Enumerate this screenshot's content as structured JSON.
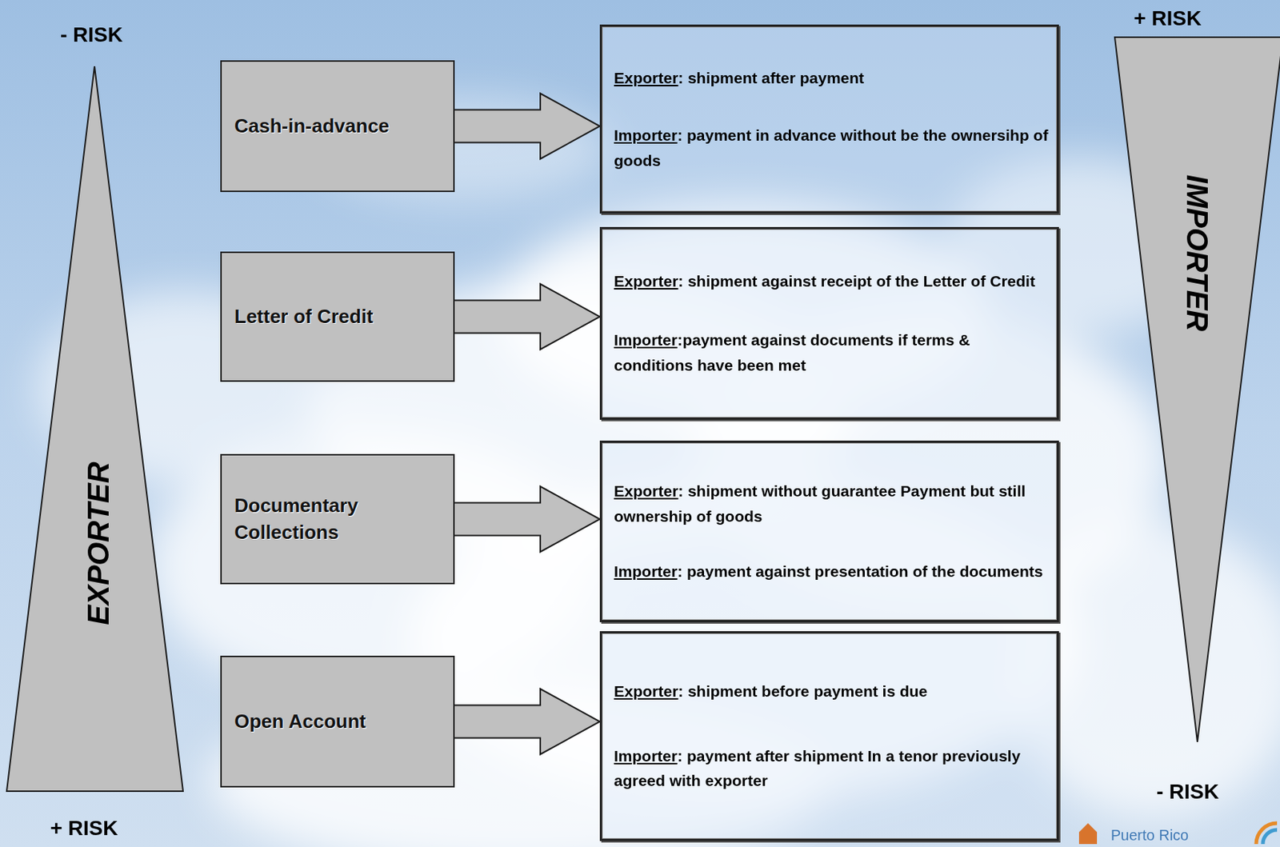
{
  "diagram": {
    "nodes": [
      {
        "text": [
          "EXPORTER"
        ]
      },
      {
        "text": [
          "Cash-in-advance"
        ]
      },
      {
        "text": [
          "Exporter: shipment after payment",
          "Importer: payment in advance without be the ownersihp of goods"
        ]
      },
      {
        "text": [
          "Letter of Credit"
        ]
      },
      {
        "text": [
          "Exporter: shipment against receipt of the Letter of Credit",
          "Importer:payment against documents if terms & conditions have been met"
        ]
      },
      {
        "text": [
          "Documentary Collections"
        ]
      },
      {
        "text": [
          "Exporter: shipment without guarantee Payment but still ownership of goods",
          "Importer: payment against presentation of the documents"
        ]
      },
      {
        "text": [
          "Open Account"
        ]
      },
      {
        "text": [
          "Exporter: shipment before payment is due",
          "Importer: payment after shipment In a tenor previously agreed with exporter"
        ]
      },
      {
        "text": [
          "IMPORTER"
        ]
      }
    ],
    "edges": [
      {
        "from": 1,
        "to": 2,
        "arrow": "to"
      },
      {
        "from": 3,
        "to": 4,
        "arrow": "to"
      },
      {
        "from": 5,
        "to": 6,
        "arrow": "to"
      },
      {
        "from": 7,
        "to": 8,
        "arrow": "to"
      }
    ],
    "labels": [
      "- RISK",
      "+ RISK",
      "+ RISK",
      "- RISK",
      "Puerto Rico"
    ]
  }
}
